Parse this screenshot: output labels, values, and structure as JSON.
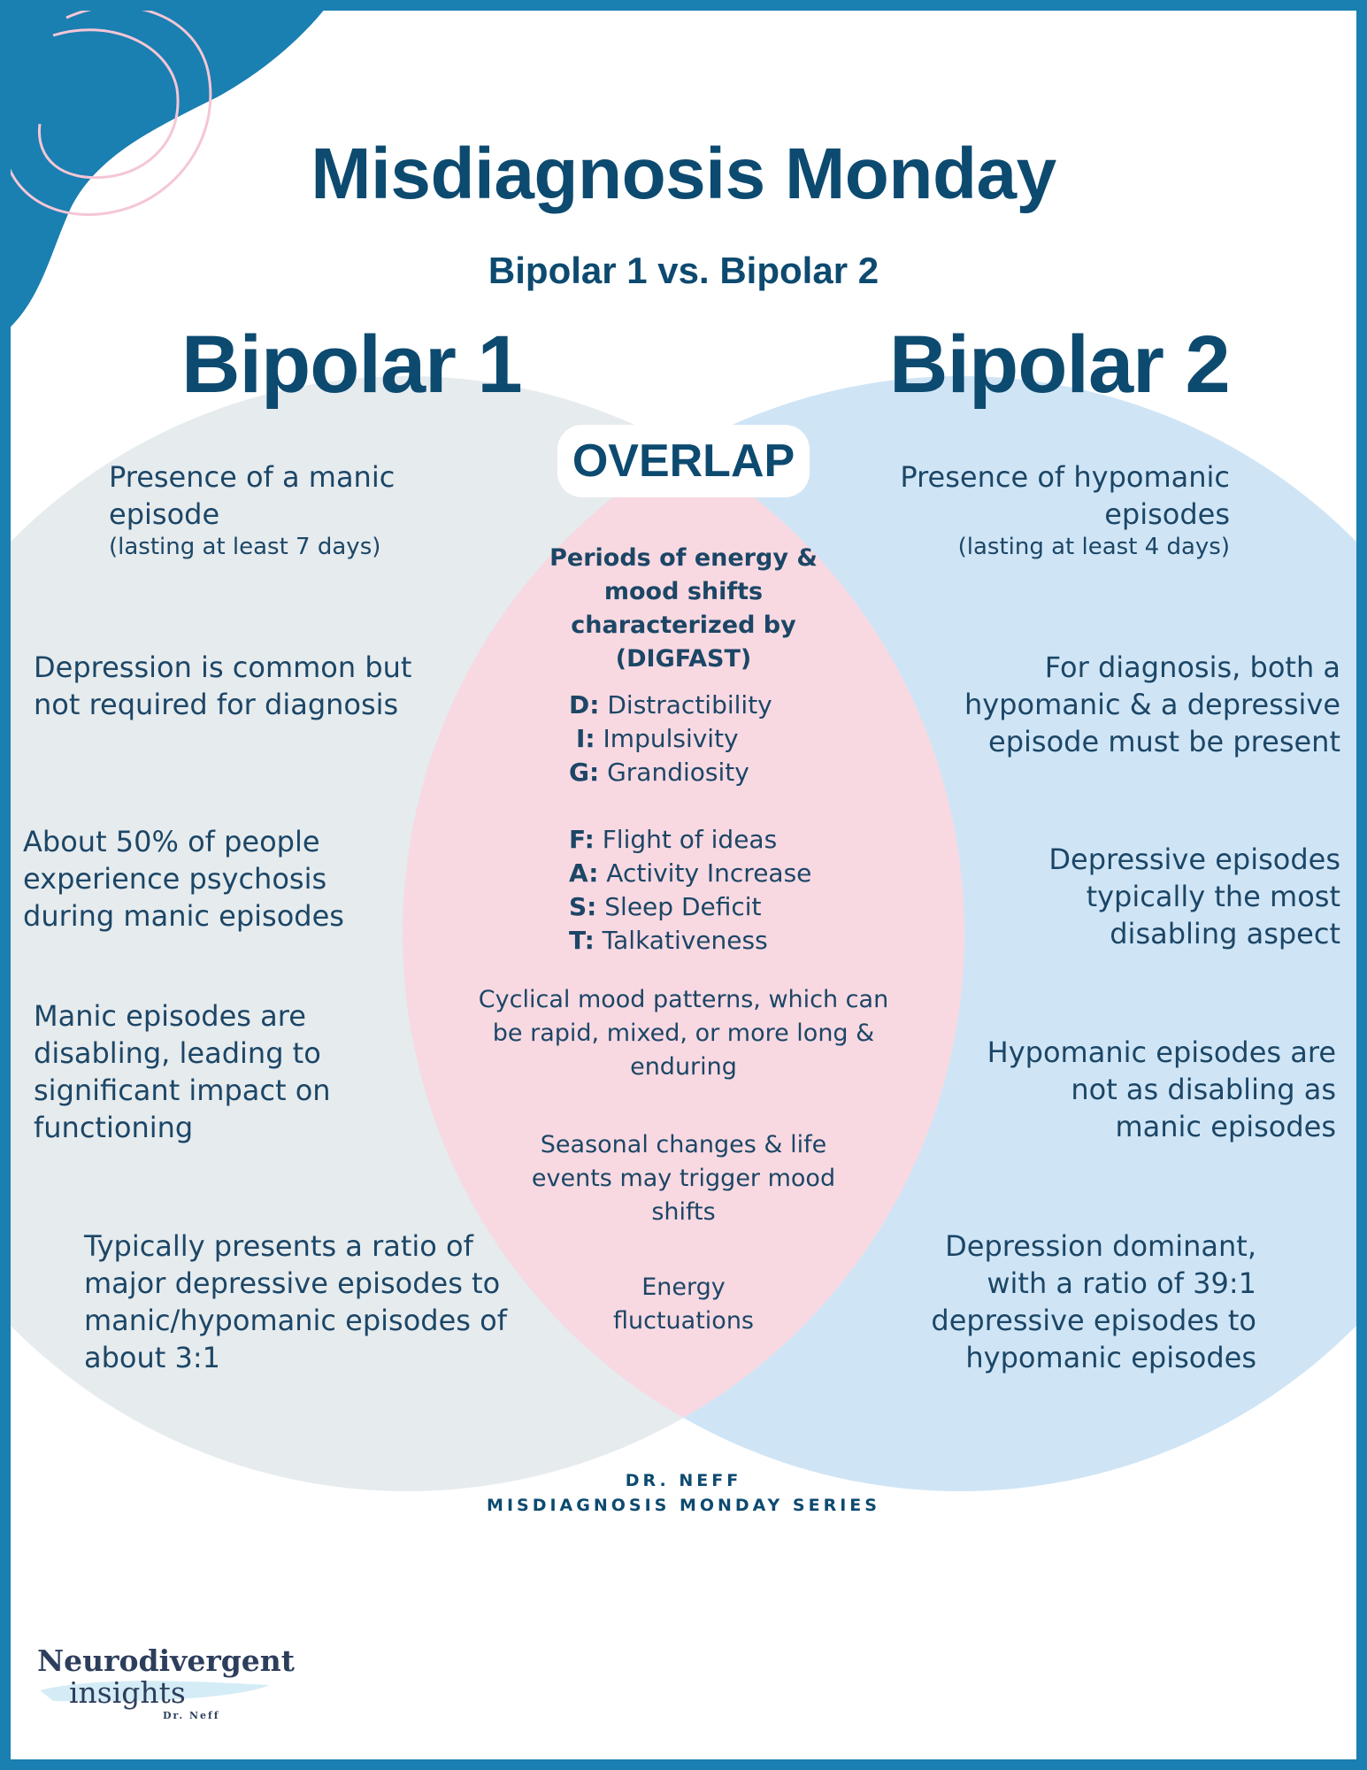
{
  "header": {
    "title": "Misdiagnosis Monday",
    "subtitle": "Bipolar 1 vs. Bipolar 2"
  },
  "colors": {
    "frame": "#1a7fb1",
    "navy": "#0d4a70",
    "left_circle": "#e6ebee",
    "right_circle": "#cfe5f6",
    "overlap": "#f8d9e2",
    "corner_lines": "#f5c6d6"
  },
  "left": {
    "heading": "Bipolar 1",
    "item1_main": "Presence of a manic episode",
    "item1_note": "(lasting at least 7 days)",
    "items": [
      "Depression is common but not required for diagnosis",
      "About 50% of people experience psychosis during manic episodes",
      "Manic episodes are disabling, leading to significant impact on functioning",
      "Typically presents a ratio of major depressive episodes to manic/hypomanic episodes of about 3:1"
    ]
  },
  "right": {
    "heading": "Bipolar 2",
    "item1_main": "Presence of hypomanic episodes",
    "item1_note": "(lasting at least 4 days)",
    "items": [
      "For diagnosis, both a hypomanic & a depressive episode must be present",
      "Depressive episodes typically the most disabling aspect",
      "Hypomanic episodes are not as disabling as manic episodes",
      "Depression dominant, with a ratio of 39:1 depressive episodes to hypomanic episodes"
    ]
  },
  "overlap": {
    "label": "OVERLAP",
    "intro": "Periods of energy & mood shifts characterized by",
    "acronym": "(DIGFAST)",
    "digfast": [
      {
        "k": "D:",
        "v": "Distractibility"
      },
      {
        "k": "I:",
        "v": "Impulsivity"
      },
      {
        "k": "G:",
        "v": "Grandiosity"
      },
      {
        "k": "F:",
        "v": "Flight of ideas"
      },
      {
        "k": "A:",
        "v": "Activity Increase"
      },
      {
        "k": "S:",
        "v": "Sleep Deficit"
      },
      {
        "k": "T:",
        "v": "Talkativeness"
      }
    ],
    "items": [
      "Cyclical mood patterns, which can be rapid, mixed, or more long & enduring",
      "Seasonal changes & life events may trigger mood shifts",
      "Energy fluctuations"
    ]
  },
  "footer": {
    "credit_line1": "DR. NEFF",
    "credit_line2": "MISDIAGNOSIS MONDAY SERIES",
    "logo_main": "Neurodivergent",
    "logo_sub": "insights",
    "logo_sig": "Dr. Neff"
  }
}
